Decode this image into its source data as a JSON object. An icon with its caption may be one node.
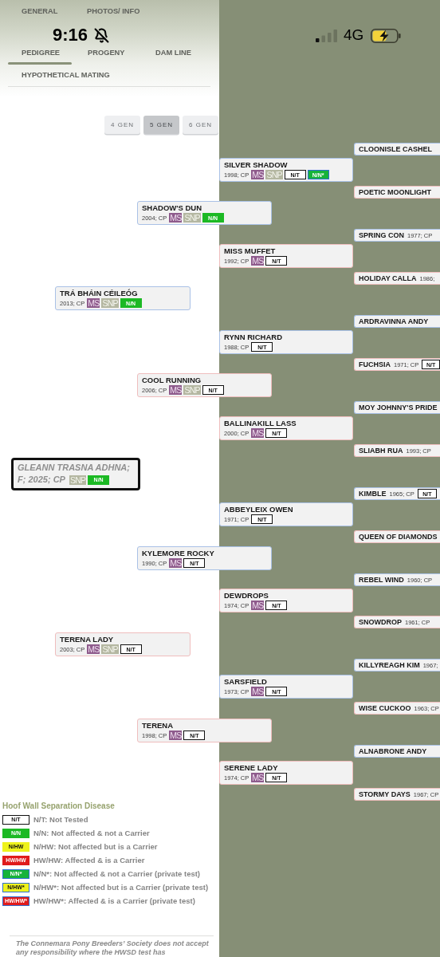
{
  "diagram": {
    "nodes": [
      {
        "text": [
          "CLOONISLE CASHEL"
        ]
      },
      {
        "text": [
          "SILVER SHADOW",
          "1998; CP",
          "MS",
          "SNP",
          "N/T",
          "N/N*"
        ]
      },
      {
        "text": [
          "POETIC MOONLIGHT"
        ]
      },
      {
        "text": [
          "SHADOW'S DUN",
          "2004; CP",
          "MS",
          "SNP",
          "N/N"
        ]
      },
      {
        "text": [
          "SPRING CON",
          "1977; CP"
        ]
      },
      {
        "text": [
          "MISS MUFFET",
          "1992; CP",
          "MS",
          "N/T"
        ]
      },
      {
        "text": [
          "HOLIDAY CALLA",
          "1986;"
        ]
      },
      {
        "text": [
          "TRÁ BHÁIN CÉILEÓG",
          "2013; CP",
          "MS",
          "SNP",
          "N/N"
        ]
      },
      {
        "text": [
          "ARDRAVINNA ANDY"
        ]
      },
      {
        "text": [
          "RYNN RICHARD",
          "1988; CP",
          "N/T"
        ]
      },
      {
        "text": [
          "FUCHSIA",
          "1971; CP",
          "N/T"
        ]
      },
      {
        "text": [
          "COOL RUNNING",
          "2006; CP",
          "MS",
          "SNP",
          "N/T"
        ]
      },
      {
        "text": [
          "MOY JOHNNY'S PRIDE"
        ]
      },
      {
        "text": [
          "BALLINAKILL LASS",
          "2000; CP",
          "MS",
          "N/T"
        ]
      },
      {
        "text": [
          "SLIABH RUA",
          "1993; CP"
        ]
      },
      {
        "text": [
          "GLEANN TRASNA ADHNA;",
          "F; 2025; CP",
          "SNP",
          "N/N"
        ]
      },
      {
        "text": [
          "KIMBLE",
          "1965; CP",
          "N/T"
        ]
      },
      {
        "text": [
          "ABBEYLEIX OWEN",
          "1971; CP",
          "N/T"
        ]
      },
      {
        "text": [
          "QUEEN OF DIAMONDS"
        ]
      },
      {
        "text": [
          "KYLEMORE ROCKY",
          "1990; CP",
          "MS",
          "N/T"
        ]
      },
      {
        "text": [
          "REBEL WIND",
          "1960; CP"
        ]
      },
      {
        "text": [
          "DEWDROPS",
          "1974; CP",
          "MS",
          "N/T"
        ]
      },
      {
        "text": [
          "SNOWDROP",
          "1961; CP"
        ]
      },
      {
        "text": [
          "TERENA LADY",
          "2003; CP",
          "MS",
          "SNP",
          "N/T"
        ]
      },
      {
        "text": [
          "KILLYREAGH KIM",
          "1967;"
        ]
      },
      {
        "text": [
          "SARSFIELD",
          "1973; CP",
          "MS",
          "N/T"
        ]
      },
      {
        "text": [
          "WISE CUCKOO",
          "1963; CP"
        ]
      },
      {
        "text": [
          "TERENA",
          "1998; CP",
          "MS",
          "N/T"
        ]
      },
      {
        "text": [
          "ALNABRONE ANDY"
        ]
      },
      {
        "text": [
          "SERENE LADY",
          "1974; CP",
          "MS",
          "N/T"
        ]
      },
      {
        "text": [
          "STORMY DAYS",
          "1967; CP"
        ]
      }
    ],
    "labels": [
      "9:16",
      "4G",
      "GENERAL",
      "PHOTOS/ INFO",
      "PEDIGREE",
      "PROGENY",
      "DAM LINE",
      "HYPOTHETICAL MATING",
      "4 GEN",
      "5 GEN",
      "6 GEN",
      "Hoof Wall Separation Disease",
      "N/T",
      "N/N",
      "N/HW",
      "HW/HW",
      "N/N*",
      "N/HW*",
      "HW/HW*",
      "The Connemara Pony Breeders’ Society does not accept any responsibility where the HWSD test has"
    ],
    "legend": [
      {
        "text": "N/T: Not Tested",
        "color": "#ffffff"
      },
      {
        "text": "N/N: Not affected & not a Carrier",
        "color": "#1cb924"
      },
      {
        "text": "N/HW: Not affected but is a Carrier",
        "color": "#eef21c"
      },
      {
        "text": "HW/HW: Affected & is a Carrier",
        "color": "#e01b1b"
      },
      {
        "text": "N/N*: Not affected & not a Carrier (private test)",
        "color": "#17b33a"
      },
      {
        "text": "N/HW*: Not affected but is a Carrier (private test)",
        "color": "#eef21c"
      },
      {
        "text": "HW/HW*: Affected & is a Carrier (private test)",
        "color": "#e01b1b"
      }
    ]
  }
}
